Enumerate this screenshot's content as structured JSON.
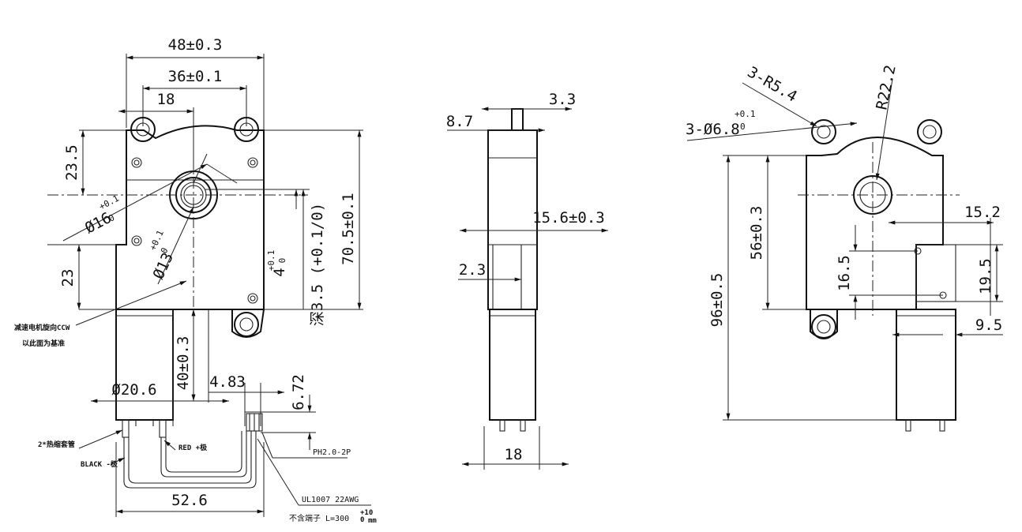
{
  "front_view": {
    "overall_width": "48±0.3",
    "hole_spacing": "36±0.1",
    "shaft_offset": "18",
    "top_to_shaft": "23.5",
    "shaft_to_mid": "23",
    "boss_diameter": "Ø16",
    "boss_tol": "+0.1",
    "boss_tol_low": "0",
    "shaft_diameter": "Ø13",
    "shaft_tol": "+0.1",
    "shaft_tol_low": "0",
    "flat_depth": "4",
    "flat_tol": "+0.1",
    "flat_tol_low": "0",
    "hole_depth": "深3.5 (+0.1/0)",
    "height": "70.5±0.1",
    "motor_offset": "40±0.3",
    "motor_diameter": "Ø20.6",
    "terminal_offset": "4.83",
    "connector_height": "6.72",
    "connector_name": "PH2.0-2P",
    "total_width": "52.6",
    "rotation_note_1": "减速电机旋向CCW",
    "rotation_note_2": "以此面为基准",
    "sleeve_note": "2*热缩套管",
    "black_wire": "BLACK -极",
    "red_wire": "RED +极",
    "wire_spec": "UL1007 22AWG",
    "wire_length": "不含端子 L=300",
    "wire_tol_up": "+10",
    "wire_tol_low": "0",
    "wire_unit": "mm"
  },
  "side_view": {
    "top_offset": "3.3",
    "left_offset": "8.7",
    "depth": "15.6±0.3",
    "plate_thickness": "2.3",
    "motor_width": "18"
  },
  "rear_view": {
    "holes": "3-Ø6.8",
    "holes_tol": "+0.1",
    "holes_tol_low": "0",
    "corner_radius": "3-R5.4",
    "arc_radius": "R22.2",
    "total_height": "96±0.5",
    "gear_height": "56±0.3",
    "bracket_width": "15.2",
    "bracket_height": "19.5",
    "bracket_offset": "16.5",
    "motor_offset": "9.5"
  }
}
